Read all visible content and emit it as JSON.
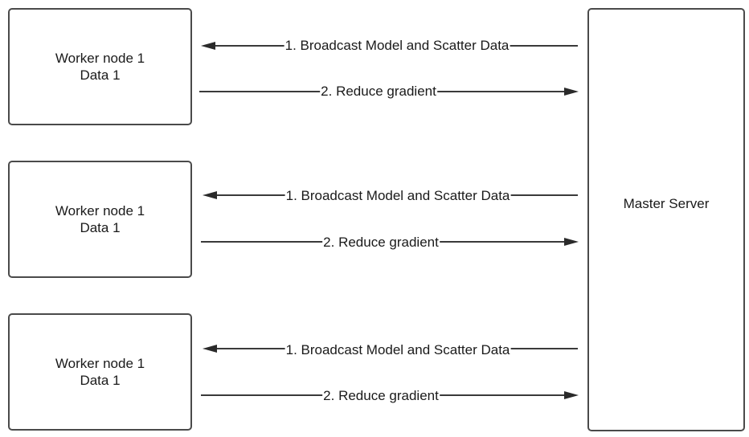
{
  "workers": [
    {
      "name": "Worker node 1",
      "data": "Data 1",
      "broadcast_label": "1. Broadcast Model and Scatter Data",
      "reduce_label": "2. Reduce gradient"
    },
    {
      "name": "Worker node 1",
      "data": "Data 1",
      "broadcast_label": "1. Broadcast Model and Scatter Data",
      "reduce_label": "2. Reduce gradient"
    },
    {
      "name": "Worker node 1",
      "data": "Data 1",
      "broadcast_label": "1. Broadcast Model and Scatter Data",
      "reduce_label": "2. Reduce gradient"
    }
  ],
  "master": {
    "name": "Master Server"
  },
  "colors": {
    "border": "#4a4a4a",
    "arrow": "#3a3a3a",
    "text": "#1a1a1a",
    "background": "#ffffff"
  }
}
